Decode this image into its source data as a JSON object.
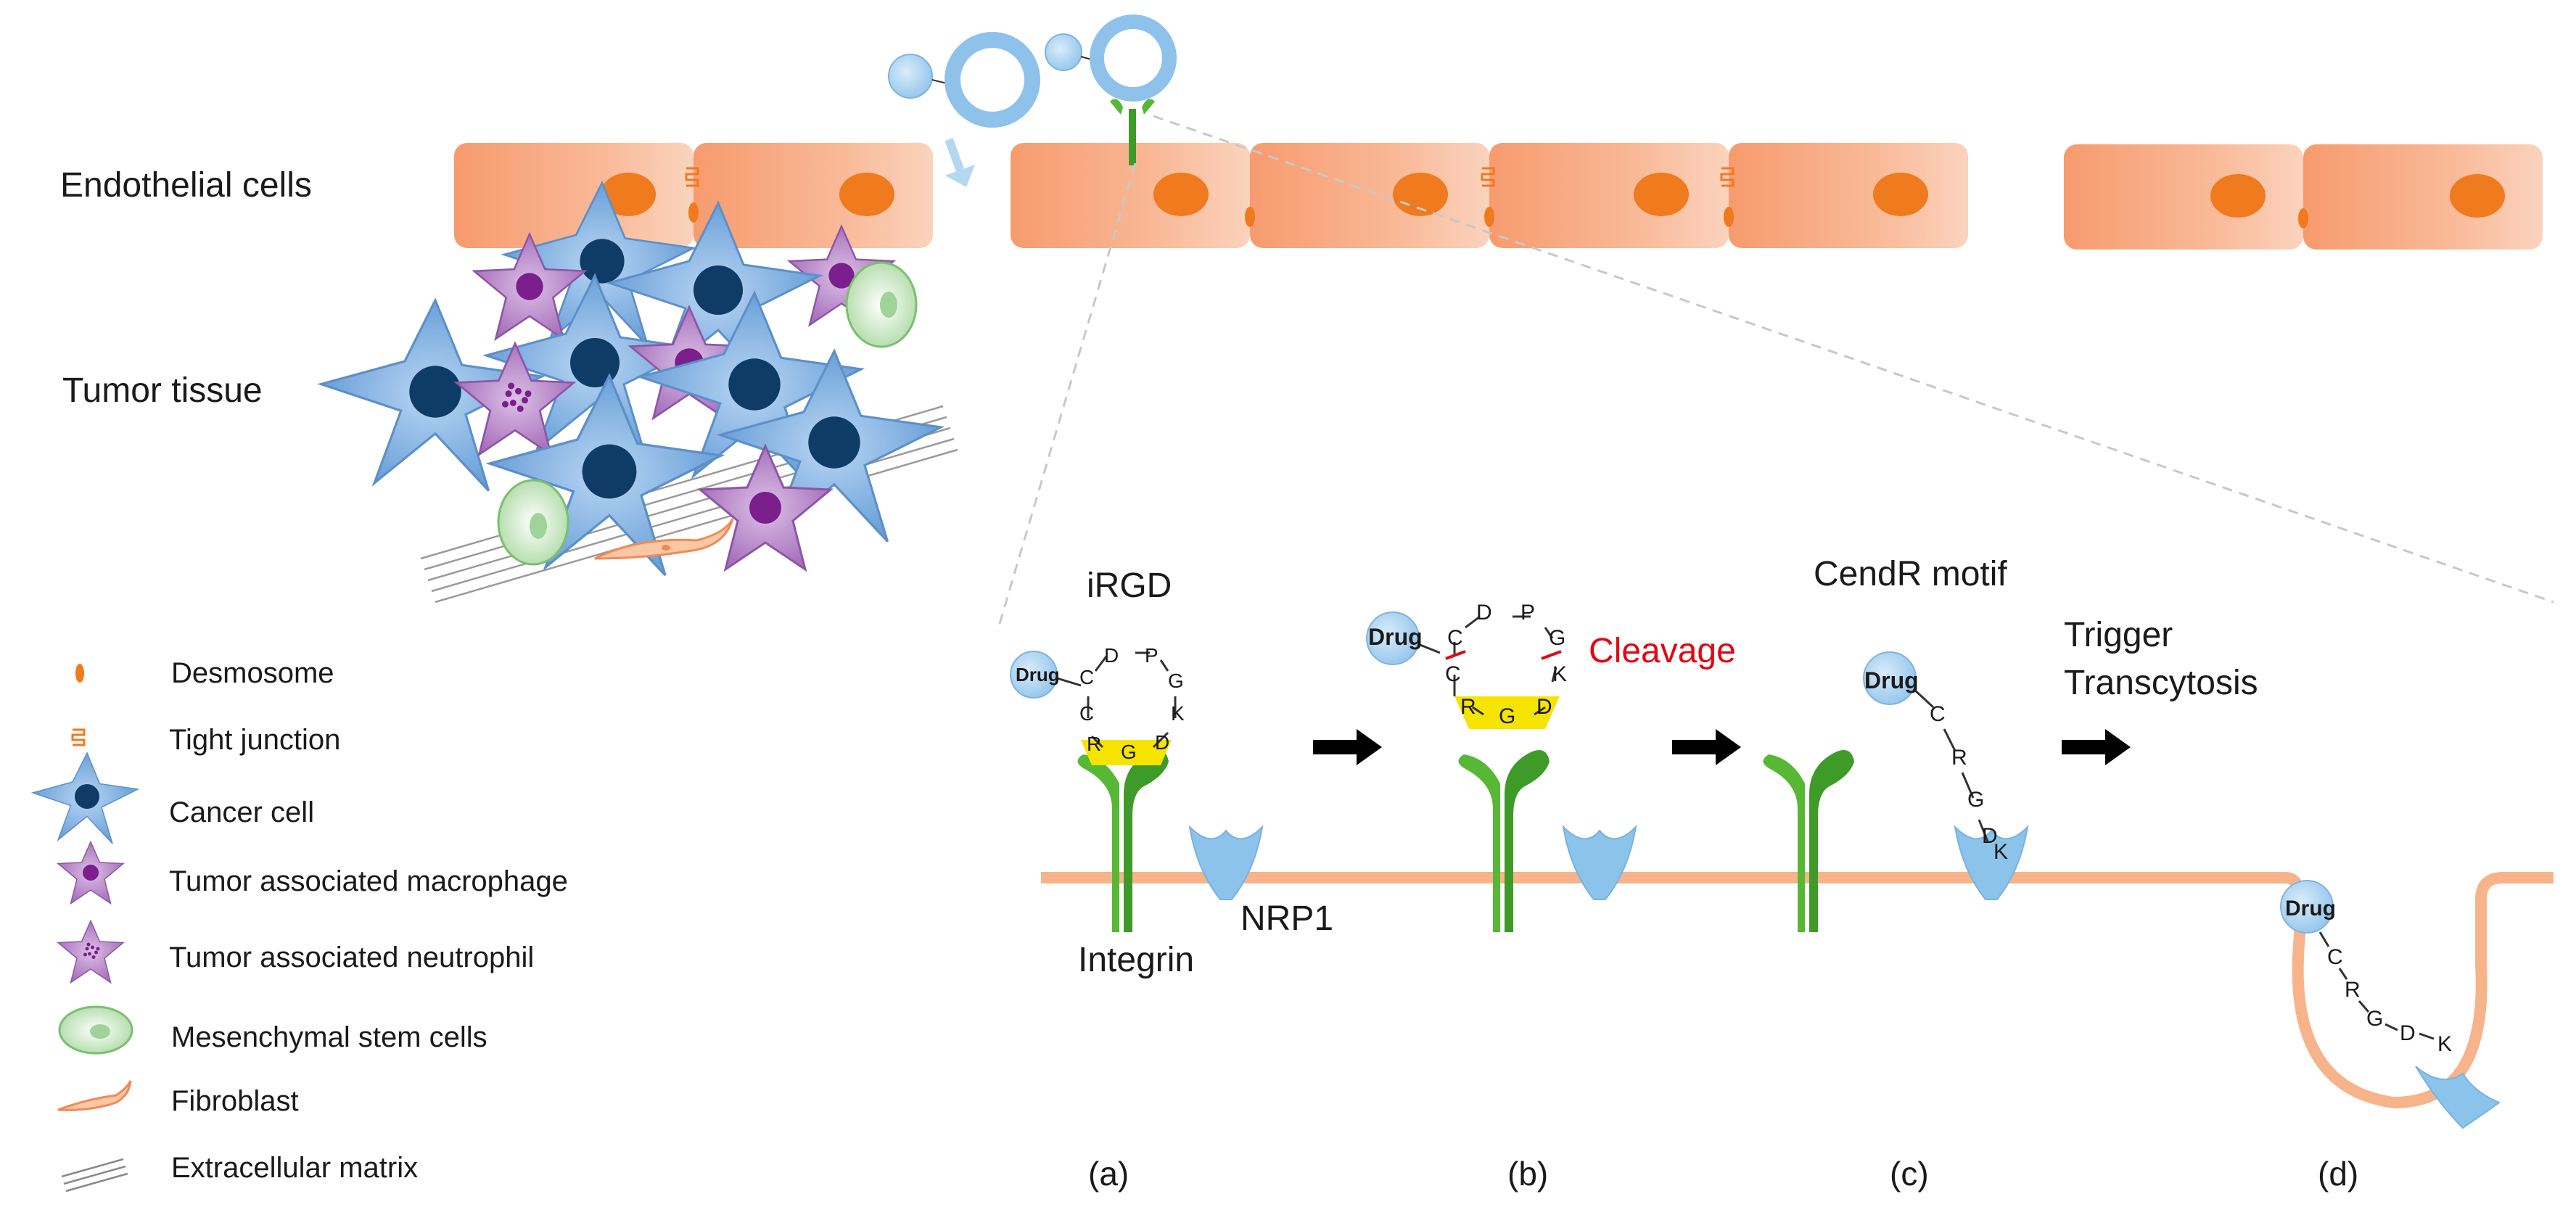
{
  "labels": {
    "endothelial": "Endothelial cells",
    "tumor": "Tumor tissue",
    "irgd": "iRGD",
    "cleavage": "Cleavage",
    "cendr": "CendR motif",
    "trigger_line1": "Trigger",
    "trigger_line2": "Transcytosis",
    "nrp1": "NRP1",
    "integrin": "Integrin",
    "drug": "Drug"
  },
  "residues": {
    "D": "D",
    "P": "P",
    "G": "G",
    "K": "K",
    "C": "C",
    "R": "R"
  },
  "panels": [
    "(a)",
    "(b)",
    "(c)",
    "(d)"
  ],
  "legend": [
    {
      "icon": "desmosome-icon",
      "label": "Desmosome"
    },
    {
      "icon": "tight-junction-icon",
      "label": "Tight junction"
    },
    {
      "icon": "cancer-cell-icon",
      "label": "Cancer cell"
    },
    {
      "icon": "macrophage-icon",
      "label": "Tumor associated macrophage"
    },
    {
      "icon": "neutrophil-icon",
      "label": "Tumor associated neutrophil"
    },
    {
      "icon": "stem-cell-icon",
      "label": "Mesenchymal stem cells"
    },
    {
      "icon": "fibroblast-icon",
      "label": "Fibroblast"
    },
    {
      "icon": "matrix-icon",
      "label": "Extracellular matrix"
    }
  ],
  "colors": {
    "endothelial": "#f7a27a",
    "nucleus": "#f07a1e",
    "cancer": "#7fb2e5",
    "cancer_nucleus": "#0e3c66",
    "macrophage": "#b583c4",
    "integrin": "#4caf2f",
    "rgd": "#f5e400",
    "nrp1": "#8cc3ea",
    "membrane": "#f7b48a",
    "cleavage": "#e30613"
  }
}
